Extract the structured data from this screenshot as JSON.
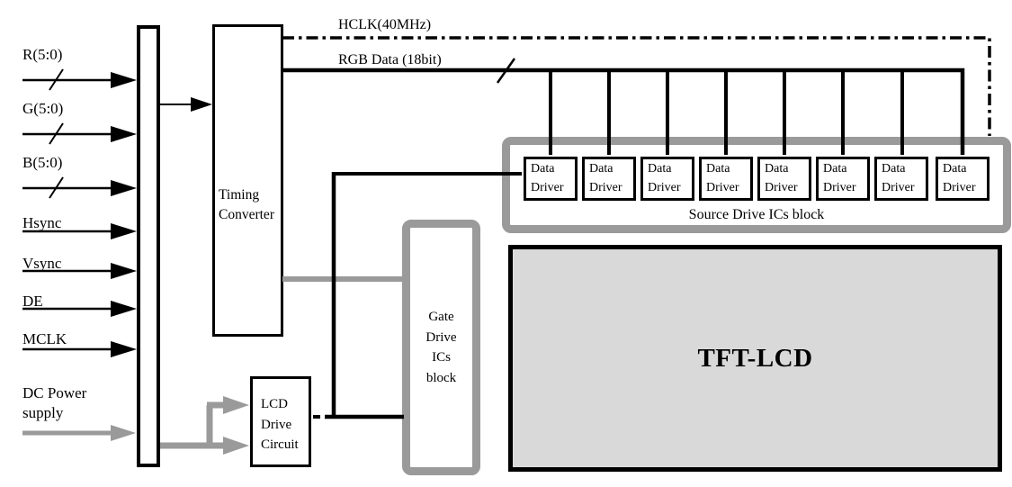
{
  "diagram": {
    "inputs": {
      "r": "R(5:0)",
      "g": "G(5:0)",
      "b": "B(5:0)",
      "hsync": "Hsync",
      "vsync": "Vsync",
      "de": "DE",
      "mclk": "MCLK",
      "dc_power": "DC Power\nsupply"
    },
    "buses": {
      "hclk": "HCLK(40MHz)",
      "rgb_data": "RGB Data (18bit)"
    },
    "blocks": {
      "timing_converter": "Timing\nConverter",
      "lcd_drive_circuit": "LCD\nDrive\nCircuit",
      "gate_drive": "Gate\nDrive\nICs\nblock",
      "source_drive_label": "Source Drive ICs block",
      "data_driver": "Data\nDriver",
      "tft_lcd": "TFT-LCD"
    },
    "colors": {
      "line_black": "#000000",
      "line_gray": "#9a9a9a",
      "tft_fill": "#d9d9d9"
    }
  }
}
